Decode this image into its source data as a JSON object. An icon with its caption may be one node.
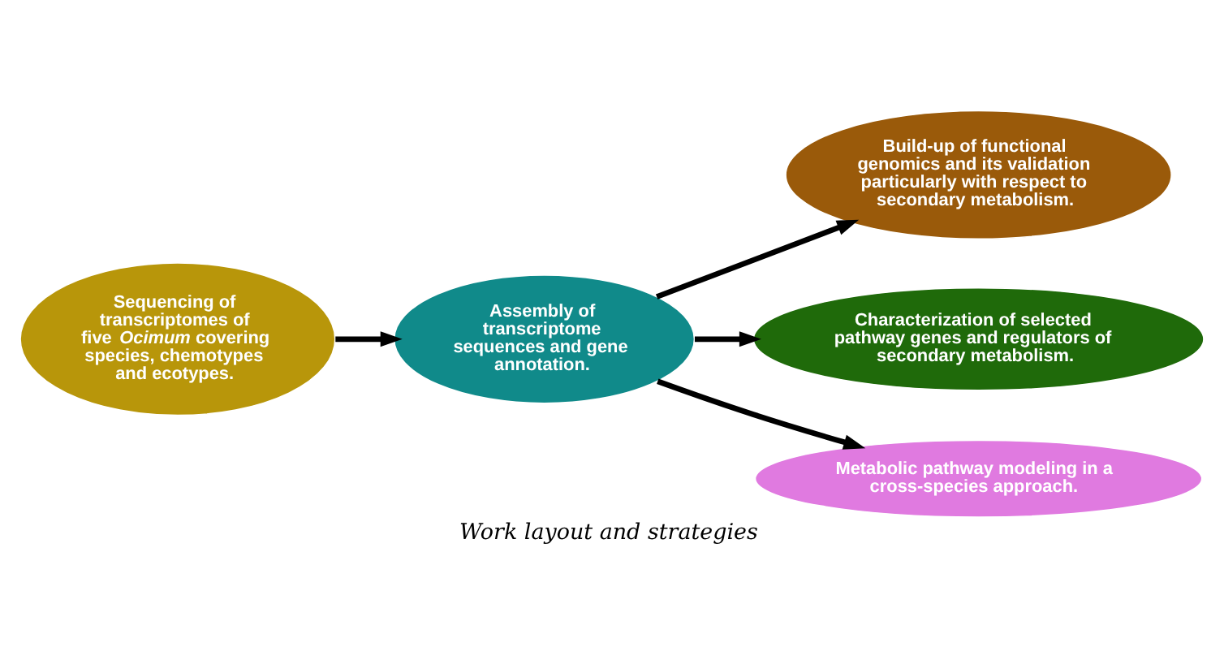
{
  "diagram": {
    "caption": "Work layout and strategies",
    "nodes": [
      {
        "text": [
          "Sequencing of transcriptomes of five *Ocimum* covering species, chemotypes and ecotypes."
        ]
      },
      {
        "text": [
          "Assembly of transcriptome sequences and gene annotation."
        ]
      },
      {
        "text": [
          "Build-up of functional genomics and its validation particularly with respect to secondary metabolism."
        ]
      },
      {
        "text": [
          "Characterization of selected pathway genes and regulators of secondary metabolism."
        ]
      },
      {
        "text": [
          "Metabolic pathway modeling in a cross-species approach."
        ]
      }
    ],
    "edges": [
      {
        "from": 0,
        "to": 1,
        "arrow": "to"
      },
      {
        "from": 1,
        "to": 2,
        "arrow": "to"
      },
      {
        "from": 1,
        "to": 3,
        "arrow": "to"
      },
      {
        "from": 1,
        "to": 4,
        "arrow": "to"
      }
    ]
  }
}
